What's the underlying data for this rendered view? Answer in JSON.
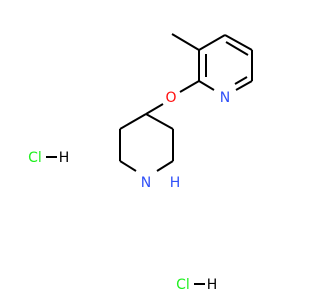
{
  "molecule": {
    "atoms": {
      "oxygen": "O",
      "pyridine_nitrogen": "N",
      "piperidine_nitrogen_n": "N",
      "piperidine_nitrogen_h": "H"
    },
    "salts": [
      {
        "cl": "Cl",
        "h": "H"
      },
      {
        "cl": "Cl",
        "h": "H"
      }
    ]
  },
  "colors": {
    "bond": "#000000",
    "oxygen": "#ff0d0d",
    "nitrogen": "#3050f8",
    "chlorine": "#1ff01f",
    "hydrogen": "#000000"
  }
}
